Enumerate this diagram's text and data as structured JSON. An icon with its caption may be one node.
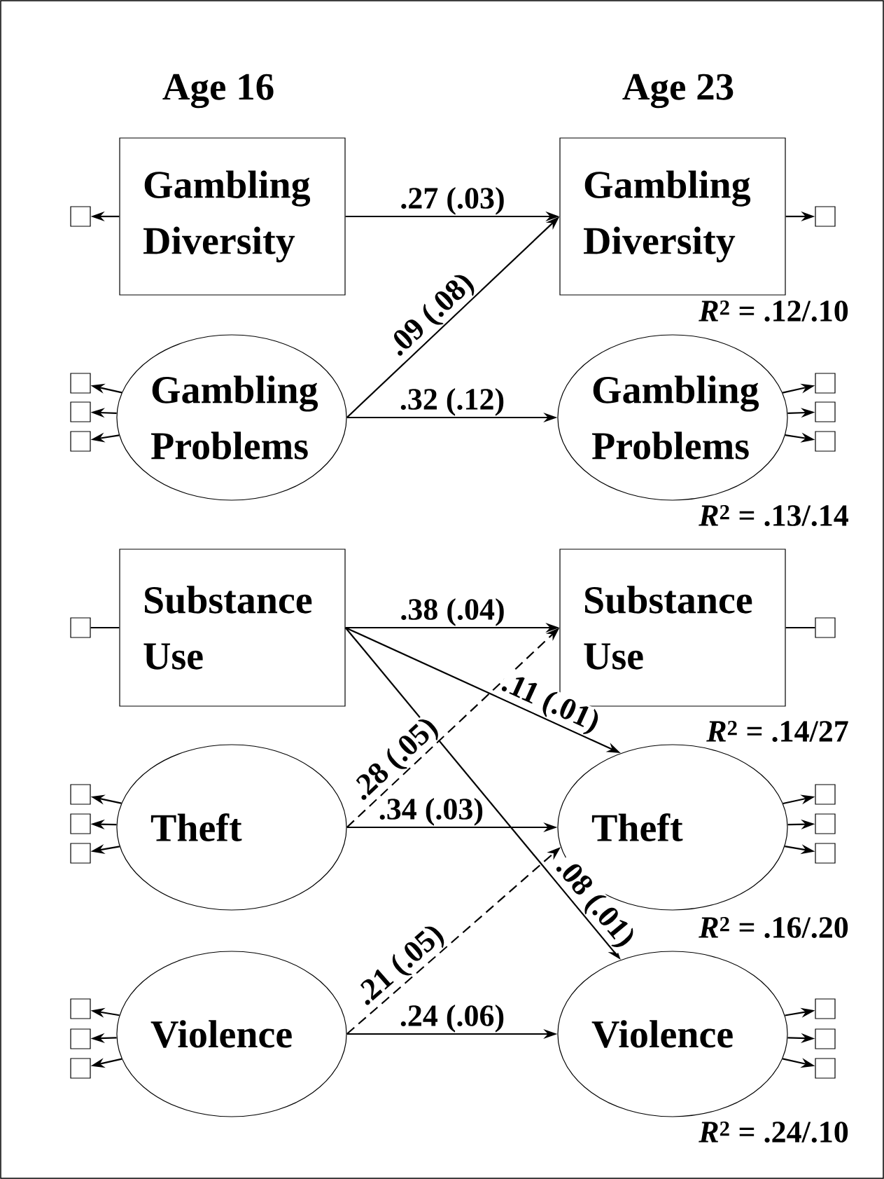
{
  "diagram": {
    "nodes": [
      {
        "text": [
          "Gambling Diversity"
        ]
      },
      {
        "text": [
          "Gambling Diversity"
        ],
        "beside": [
          "*R*$^{2}$ = .12/.10"
        ]
      },
      {
        "text": [
          "Gambling Problems"
        ]
      },
      {
        "text": [
          "Gambling Problems"
        ],
        "beside": [
          "*R*$^{2}$ = .13/.14"
        ]
      },
      {
        "text": [
          "Substance Use"
        ]
      },
      {
        "text": [
          "Substance Use"
        ],
        "beside": [
          "*R*$^{2}$ = .14/27"
        ]
      },
      {
        "text": [
          "Theft"
        ]
      },
      {
        "text": [
          "Theft"
        ],
        "beside": [
          "*R*$^{2}$ = .16/.20"
        ]
      },
      {
        "text": [
          "Violence"
        ]
      },
      {
        "text": [
          "Violence"
        ],
        "beside": [
          "*R*$^{2}$ = .24/.10"
        ]
      },
      {
        "text": [],
        "shape": "box"
      },
      {
        "text": [],
        "shape": "box"
      },
      {
        "text": [],
        "shape": "box"
      },
      {
        "text": [],
        "shape": "box"
      },
      {
        "text": [],
        "shape": "box"
      },
      {
        "text": [],
        "shape": "box"
      },
      {
        "text": [],
        "shape": "box"
      },
      {
        "text": [],
        "shape": "box"
      },
      {
        "text": [],
        "shape": "box"
      },
      {
        "text": [],
        "shape": "box"
      },
      {
        "text": [],
        "shape": "box"
      },
      {
        "text": [],
        "shape": "box"
      },
      {
        "text": [],
        "shape": "box"
      },
      {
        "text": [],
        "shape": "box"
      },
      {
        "text": [],
        "shape": "box"
      },
      {
        "text": [],
        "shape": "box"
      },
      {
        "text": [],
        "shape": "box"
      },
      {
        "text": [],
        "shape": "box"
      },
      {
        "text": [],
        "shape": "box"
      },
      {
        "text": [],
        "shape": "box"
      },
      {
        "text": [],
        "shape": "box"
      },
      {
        "text": [],
        "shape": "box"
      }
    ],
    "edges": [
      {
        "from": 0,
        "to": 1,
        "arrow": "to",
        "label": ".27 (.03)"
      },
      {
        "from": 2,
        "to": 1,
        "arrow": "to",
        "label": ".09 (.08)"
      },
      {
        "from": 2,
        "to": 3,
        "arrow": "to",
        "label": ".32 (.12)"
      },
      {
        "from": 4,
        "to": 5,
        "arrow": "to",
        "label": ".38 (.04)"
      },
      {
        "from": 4,
        "to": 7,
        "arrow": "to",
        "label": ".11 (.01)"
      },
      {
        "from": 4,
        "to": 9,
        "arrow": "to",
        "label": ".08 (.01)"
      },
      {
        "from": 6,
        "to": 5,
        "arrow": "to",
        "label": ".28 (.05)",
        "style": "dashed"
      },
      {
        "from": 6,
        "to": 7,
        "arrow": "to",
        "label": ".34 (.03)"
      },
      {
        "from": 8,
        "to": 7,
        "arrow": "to",
        "label": ".21 (.05)",
        "style": "dashed"
      },
      {
        "from": 8,
        "to": 9,
        "arrow": "to",
        "label": ".24 (.06)"
      },
      {
        "from": 0,
        "to": 10,
        "arrow": "to"
      },
      {
        "from": 2,
        "to": 11,
        "arrow": "to"
      },
      {
        "from": 2,
        "to": 12,
        "arrow": "to"
      },
      {
        "from": 2,
        "to": 13,
        "arrow": "to"
      },
      {
        "from": 4,
        "to": 14,
        "arrow": "none"
      },
      {
        "from": 6,
        "to": 15,
        "arrow": "to"
      },
      {
        "from": 6,
        "to": 16,
        "arrow": "to"
      },
      {
        "from": 6,
        "to": 17,
        "arrow": "to"
      },
      {
        "from": 8,
        "to": 18,
        "arrow": "to"
      },
      {
        "from": 8,
        "to": 19,
        "arrow": "to"
      },
      {
        "from": 8,
        "to": 20,
        "arrow": "to"
      },
      {
        "from": 1,
        "to": 21,
        "arrow": "to"
      },
      {
        "from": 3,
        "to": 22,
        "arrow": "to"
      },
      {
        "from": 3,
        "to": 23,
        "arrow": "to"
      },
      {
        "from": 3,
        "to": 24,
        "arrow": "to"
      },
      {
        "from": 5,
        "to": 25,
        "arrow": "none"
      },
      {
        "from": 7,
        "to": 26,
        "arrow": "to"
      },
      {
        "from": 7,
        "to": 27,
        "arrow": "to"
      },
      {
        "from": 7,
        "to": 28,
        "arrow": "to"
      },
      {
        "from": 9,
        "to": 29,
        "arrow": "to"
      },
      {
        "from": 9,
        "to": 30,
        "arrow": "to"
      },
      {
        "from": 9,
        "to": 31,
        "arrow": "to"
      }
    ],
    "labels": [
      "Age 16",
      "Age 23"
    ]
  }
}
